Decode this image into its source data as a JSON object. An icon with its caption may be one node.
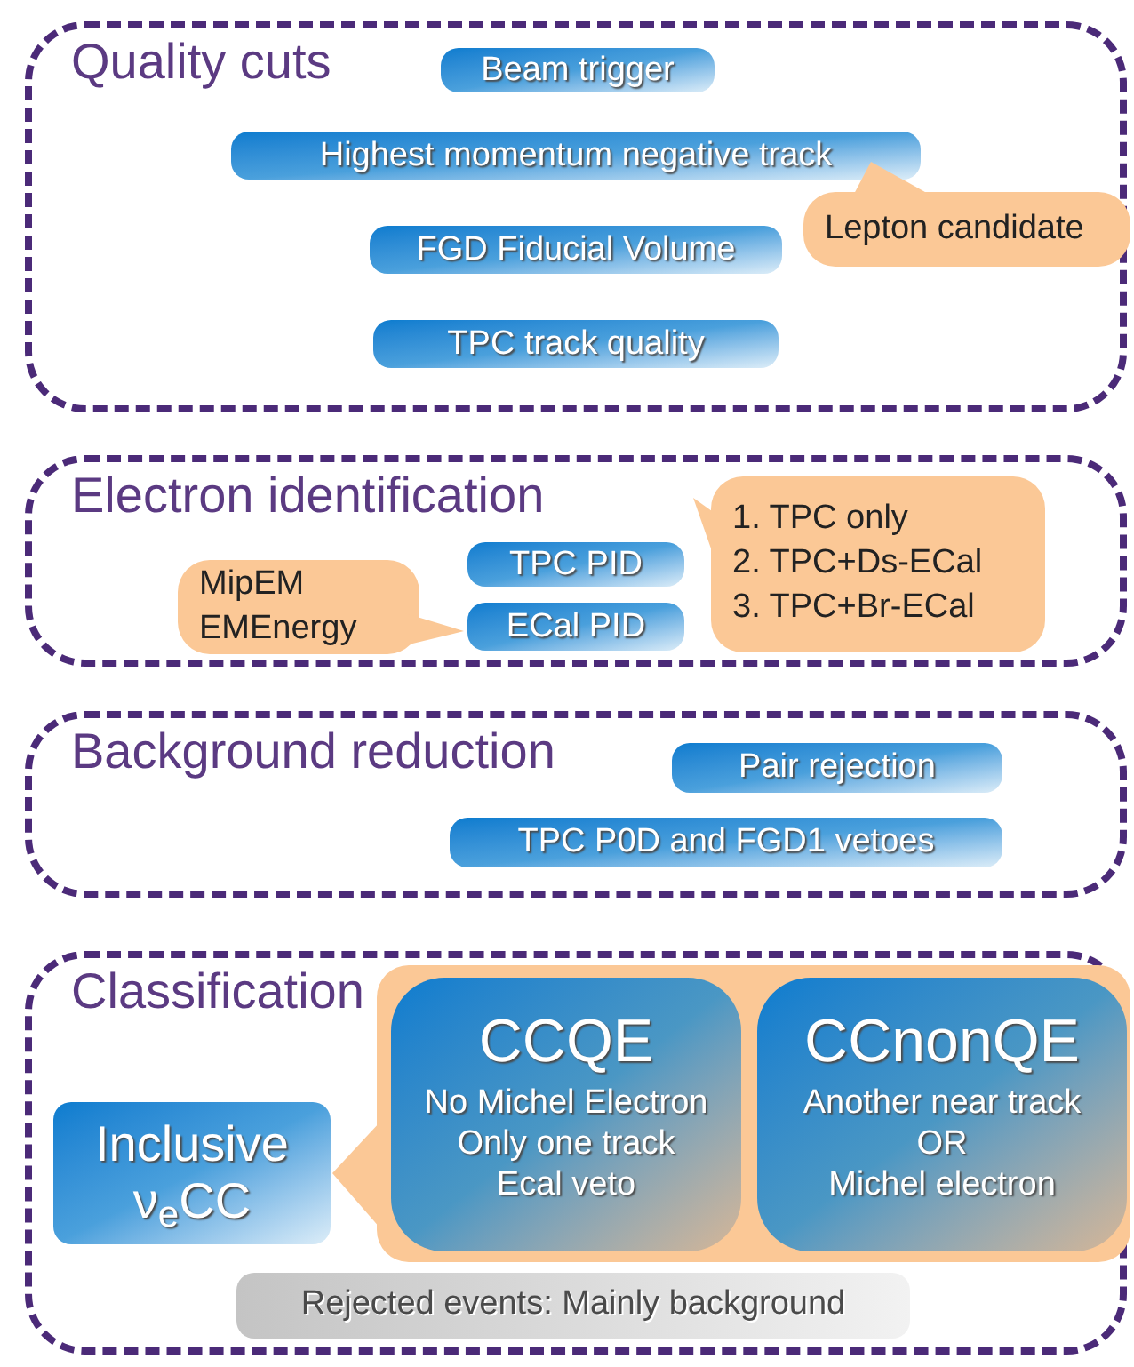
{
  "diagram": {
    "nodes": [
      {
        "text": [
          "Quality cuts"
        ]
      },
      {
        "text": [
          "Beam trigger"
        ],
        "in": 0
      },
      {
        "text": [
          "Highest momentum negative track"
        ],
        "in": 0
      },
      {
        "text": [
          "Lepton candidate"
        ],
        "in": 0
      },
      {
        "text": [
          "FGD Fiducial Volume"
        ],
        "in": 0
      },
      {
        "text": [
          "TPC track quality"
        ],
        "in": 0
      },
      {
        "text": [
          "Electron identification"
        ]
      },
      {
        "text": [
          "MipEM",
          "EMEnergy"
        ],
        "in": 6
      },
      {
        "text": [
          "TPC PID"
        ],
        "in": 6
      },
      {
        "text": [
          "ECal PID"
        ],
        "in": 6
      },
      {
        "text": [
          "1. TPC only",
          "2. TPC+Ds-ECal",
          "3. TPC+Br-ECal"
        ],
        "in": 6
      },
      {
        "text": [
          "Background reduction"
        ]
      },
      {
        "text": [
          "Pair rejection"
        ],
        "in": 11
      },
      {
        "text": [
          "TPC P0D and FGD1 vetoes"
        ],
        "in": 11
      },
      {
        "text": [
          "Classification"
        ]
      },
      {
        "text": [
          "Inclusive ν$_{e}$CC"
        ],
        "in": 14
      },
      {
        "text": [],
        "shape": "bubble",
        "in": 14
      },
      {
        "text": [
          "CCQE",
          "No Michel Electron",
          "Only one track",
          "Ecal veto"
        ],
        "in": 16
      },
      {
        "text": [
          "CCnonQE",
          "Another near track",
          "OR",
          "Michel electron"
        ],
        "in": 16
      },
      {
        "text": [
          "Rejected events: Mainly background"
        ],
        "in": 14
      }
    ]
  }
}
